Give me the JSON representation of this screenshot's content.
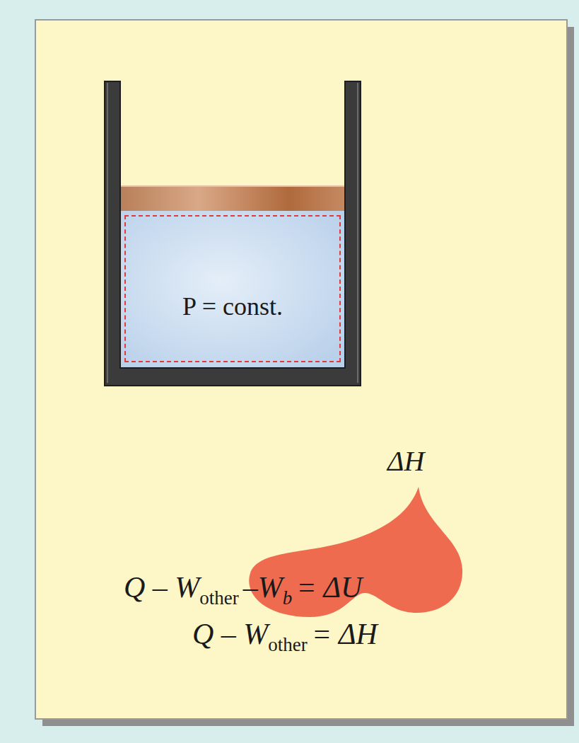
{
  "diagram": {
    "nodes": [
      {
        "text": [
          "P = const."
        ]
      }
    ],
    "labels": [
      "Q – W",
      "other",
      "–W",
      "b",
      "= ΔU",
      "Q – W",
      "other",
      "= ΔH",
      "ΔH"
    ]
  }
}
